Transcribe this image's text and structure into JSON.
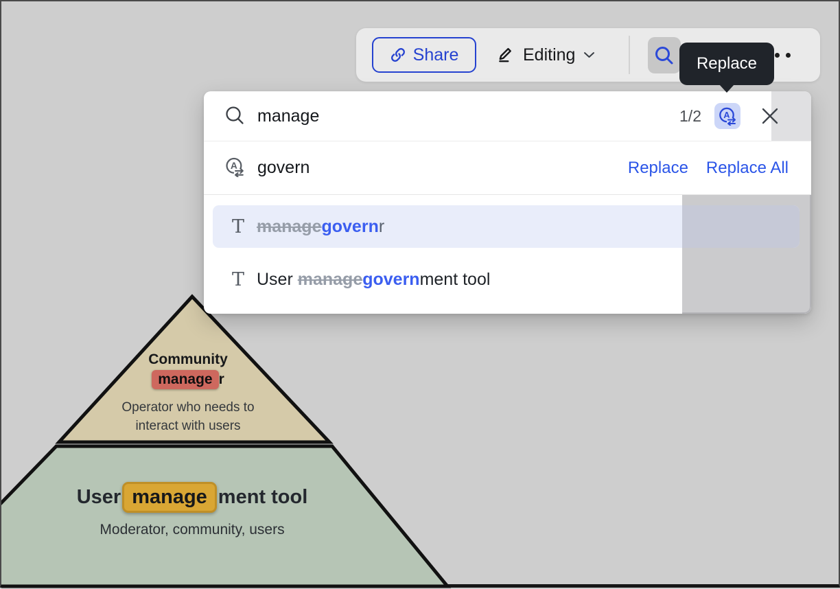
{
  "toolbar": {
    "share_label": "Share",
    "mode_label": "Editing"
  },
  "tooltip": {
    "label": "Replace"
  },
  "find_panel": {
    "search": {
      "query": "manage",
      "counter": "1/2"
    },
    "replace": {
      "value": "govern",
      "replace_label": "Replace",
      "replace_all_label": "Replace All"
    },
    "results": [
      {
        "prefix": "",
        "old": "manage",
        "new": "govern",
        "suffix": "r",
        "selected": true
      },
      {
        "prefix": "User ",
        "old": "manage",
        "new": "govern",
        "suffix": "ment tool",
        "selected": false
      }
    ]
  },
  "canvas": {
    "pyramid": {
      "top": {
        "title": "Community",
        "match": "manage",
        "match_suffix": "r",
        "description": [
          "Operator who needs to",
          "interact with users"
        ],
        "fill": "#d5caa9",
        "match_highlight_color": "#ce685e"
      },
      "bottom": {
        "prefix": "User",
        "match": "manage",
        "match_suffix": "ment tool",
        "description": "Moderator, community, users",
        "fill": "#b6c5b5",
        "match_highlight_color": "#d9a634"
      }
    }
  },
  "colors": {
    "accent_blue": "#2b49d8",
    "link_blue": "#2b55e8",
    "replaced_text_blue": "#3b5ef0",
    "struck_text_gray": "#969da8",
    "canvas_gray": "#cecece",
    "tooltip_bg": "#20242a",
    "selected_row_bg": "#e9edfa"
  }
}
